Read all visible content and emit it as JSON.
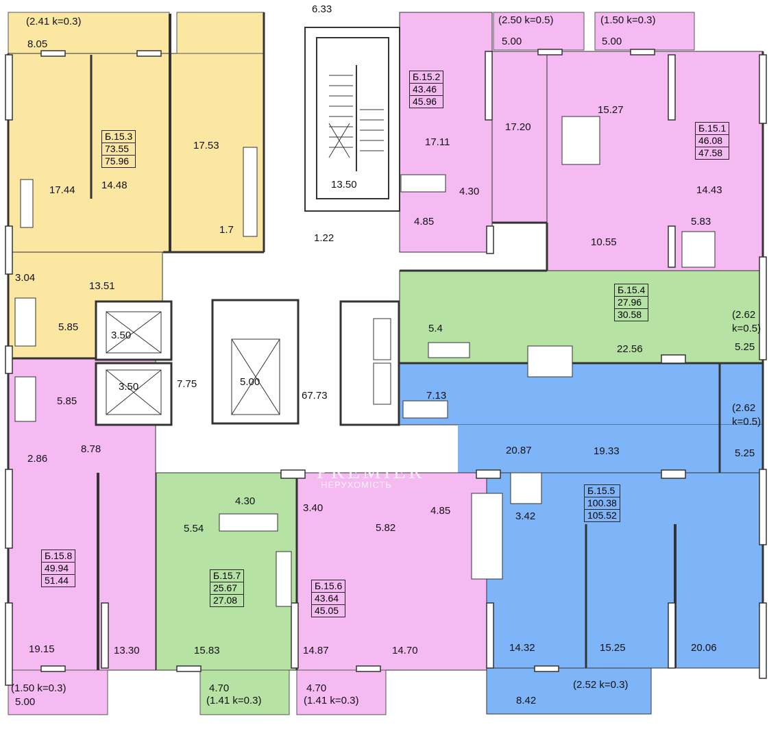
{
  "colors": {
    "yellow": "#fbe7a1",
    "pink": "#f6baf3",
    "green": "#b6e2a3",
    "blue": "#7eb4f8",
    "wall": "#d8d8d8"
  },
  "core": {
    "stair_top": "6.33",
    "stair_area": "13.50",
    "vestibule": "1.22",
    "lift1": "3.50",
    "lift2": "3.50",
    "corridor": "7.75",
    "lift_hall": "5.00",
    "total": "67.73"
  },
  "apartments": [
    {
      "id": "Б.15.3",
      "area": "73.55",
      "total": "75.96",
      "color": "yellow",
      "rooms": [
        "17.44",
        "14.48",
        "17.53",
        "1.7",
        "3.04",
        "13.51",
        "5.85"
      ],
      "balcony": "(2.41 k=0.3)",
      "balcony_len": "8.05"
    },
    {
      "id": "Б.15.2",
      "area": "43.46",
      "total": "45.96",
      "color": "pink",
      "rooms": [
        "17.11",
        "17.20",
        "4.30",
        "4.85"
      ],
      "balcony": "(2.50 k=0.5)",
      "balcony_len": "5.00"
    },
    {
      "id": "Б.15.1",
      "area": "46.08",
      "total": "47.58",
      "color": "pink",
      "rooms": [
        "15.27",
        "14.43",
        "5.83",
        "10.55"
      ],
      "balcony": "(1.50 k=0.3)",
      "balcony_len": "5.00"
    },
    {
      "id": "Б.15.4",
      "area": "27.96",
      "total": "30.58",
      "color": "green",
      "rooms": [
        "5.4",
        "22.56"
      ],
      "balcony_a": "(2.62",
      "balcony_b": "k=0.5)",
      "balcony_len": "5.25"
    },
    {
      "id": "Б.15.5",
      "area": "100.38",
      "total": "105.52",
      "color": "blue",
      "rooms": [
        "7.13",
        "20.87",
        "19.33",
        "4.85",
        "3.42",
        "14.32",
        "15.25",
        "20.06"
      ],
      "balcony_a": "(2.62",
      "balcony_b": "k=0.5)",
      "balcony_len": "5.25",
      "balcony2": "(2.52 k=0.3)",
      "balcony2_len": "8.42"
    },
    {
      "id": "Б.15.8",
      "area": "49.94",
      "total": "51.44",
      "color": "pink",
      "rooms": [
        "5.85",
        "8.78",
        "2.86",
        "19.15",
        "13.30"
      ],
      "balcony": "(1.50 k=0.3)",
      "balcony_len": "5.00"
    },
    {
      "id": "Б.15.7",
      "area": "25.67",
      "total": "27.08",
      "color": "green",
      "rooms": [
        "4.30",
        "5.54",
        "15.83"
      ],
      "balcony_len": "4.70",
      "balcony": "(1.41 k=0.3)"
    },
    {
      "id": "Б.15.6",
      "area": "43.64",
      "total": "45.05",
      "color": "pink",
      "rooms": [
        "3.40",
        "5.82",
        "14.87",
        "14.70"
      ],
      "balcony_len": "4.70",
      "balcony": "(1.41 k=0.3)"
    }
  ],
  "watermark": {
    "brand": "PREMIER",
    "sub": "НЕРУХОМІСТЬ"
  }
}
